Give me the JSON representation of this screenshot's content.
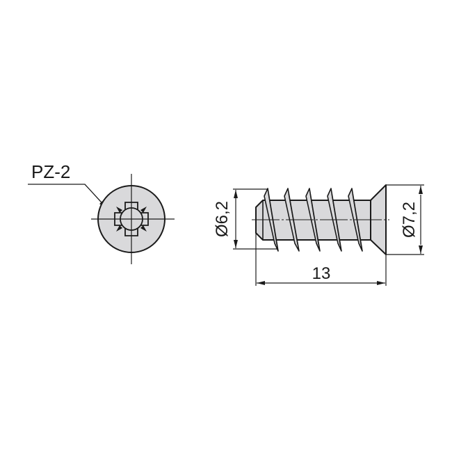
{
  "drawing": {
    "type": "technical-drawing",
    "subject": "euro screw",
    "colors": {
      "background": "#ffffff",
      "line": "#1a1a1a",
      "fill": "#d9d9db"
    },
    "head_view": {
      "drive_label": "PZ-2"
    },
    "side_view": {
      "thread_diameter_label": "Ø6,2",
      "head_diameter_label": "Ø7,2",
      "length_label": "13"
    }
  }
}
